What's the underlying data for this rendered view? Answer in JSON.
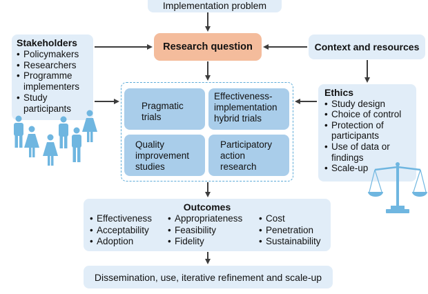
{
  "top_box": {
    "label": "Implementation problem"
  },
  "research_question": {
    "label": "Research question"
  },
  "context": {
    "label": "Context and resources"
  },
  "stakeholders": {
    "title": "Stakeholders",
    "items": [
      "Policymakers",
      "Researchers",
      "Programme implementers",
      "Study participants"
    ]
  },
  "ethics": {
    "title": "Ethics",
    "items": [
      "Study design",
      "Choice of control",
      "Protection of participants",
      "Use of data or findings",
      "Scale-up"
    ]
  },
  "methods": {
    "pragmatic": "Pragmatic trials",
    "hybrid": "Effectiveness-implementation hybrid trials",
    "quality": "Quality improvement studies",
    "participatory": "Participatory action research"
  },
  "outcomes": {
    "title": "Outcomes",
    "col1": [
      "Effectiveness",
      "Acceptability",
      "Adoption"
    ],
    "col2": [
      "Appropriateness",
      "Feasibility",
      "Fidelity"
    ],
    "col3": [
      "Cost",
      "Penetration",
      "Sustainability"
    ]
  },
  "dissemination": {
    "label": "Dissemination, use, iterative refinement and scale-up"
  },
  "colors": {
    "light_box": "#e1edf8",
    "method_box": "#a9cdea",
    "research_question": "#f4bc9c",
    "arrow": "#3c3c3c",
    "dashed_border": "#5aaad8",
    "people_icons": "#6fb6e0",
    "scales_icon": "#6fb6e0"
  },
  "icons": [
    "people-group-icon",
    "balance-scale-icon"
  ]
}
